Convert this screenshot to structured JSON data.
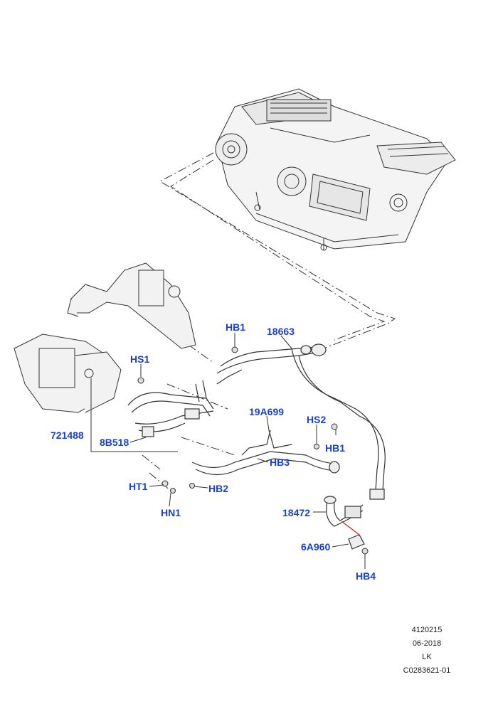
{
  "callouts": {
    "hb1_top": "HB1",
    "p18663": "18663",
    "hs1": "HS1",
    "p19a699": "19A699",
    "hs2": "HS2",
    "hb1_right": "HB1",
    "p721488": "721488",
    "p8b518": "8B518",
    "hb3": "HB3",
    "ht1": "HT1",
    "hb2": "HB2",
    "hn1": "HN1",
    "p18472": "18472",
    "p6a960": "6A960",
    "hb4": "HB4"
  },
  "footer": {
    "illustration_no": "4120215",
    "date": "06-2018",
    "region": "LK",
    "ref_code": "C0283621-01"
  },
  "colors": {
    "callout": "#1a3fd0",
    "linework": "#333333",
    "highlight": "#cc2222"
  }
}
